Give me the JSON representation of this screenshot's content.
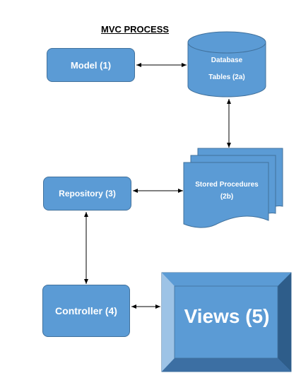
{
  "title": "MVC PROCESS",
  "nodes": {
    "model": "Model (1)",
    "database_line1": "Database",
    "database_line2": "Tables (2a)",
    "stored_procedures_line1": "Stored Procedures",
    "stored_procedures_line2": "(2b)",
    "repository": "Repository (3)",
    "controller": "Controller (4)",
    "views": "Views (5)"
  },
  "colors": {
    "fill": "#5b9bd5",
    "stroke": "#41719c",
    "views_bevel_light": "#9dc3e6",
    "views_bevel_dark": "#2e5d8a"
  }
}
